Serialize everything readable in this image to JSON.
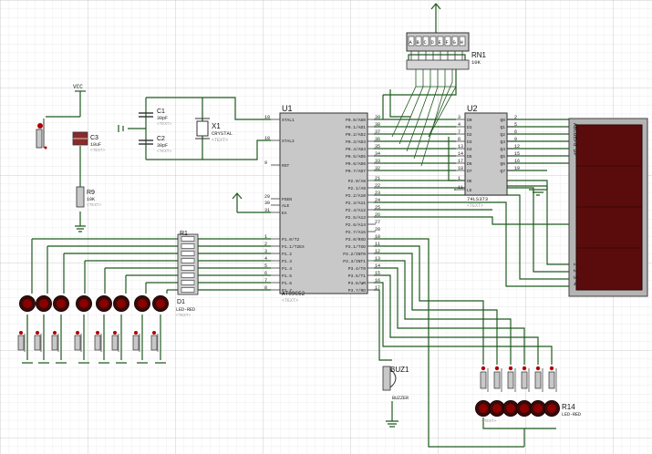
{
  "schematic": {
    "power_label": "VCC",
    "mcu": {
      "ref": "U1",
      "part": "AT89C52",
      "text": "<TEXT>",
      "left_pins": [
        {
          "num": "19",
          "name": "XTAL1"
        },
        {
          "num": "18",
          "name": "XTAL2"
        },
        {
          "num": "9",
          "name": "RST"
        },
        {
          "num": "29",
          "name": "PSEN"
        },
        {
          "num": "30",
          "name": "ALE"
        },
        {
          "num": "31",
          "name": "EA"
        },
        {
          "num": "1",
          "name": "P1.0/T2"
        },
        {
          "num": "2",
          "name": "P1.1/T2EX"
        },
        {
          "num": "3",
          "name": "P1.2"
        },
        {
          "num": "4",
          "name": "P1.3"
        },
        {
          "num": "5",
          "name": "P1.4"
        },
        {
          "num": "6",
          "name": "P1.5"
        },
        {
          "num": "7",
          "name": "P1.6"
        },
        {
          "num": "8",
          "name": "P1.7"
        }
      ],
      "right_pins": [
        {
          "num": "39",
          "name": "P0.0/AD0"
        },
        {
          "num": "38",
          "name": "P0.1/AD1"
        },
        {
          "num": "37",
          "name": "P0.2/AD2"
        },
        {
          "num": "36",
          "name": "P0.3/AD3"
        },
        {
          "num": "35",
          "name": "P0.4/AD4"
        },
        {
          "num": "34",
          "name": "P0.5/AD5"
        },
        {
          "num": "33",
          "name": "P0.6/AD6"
        },
        {
          "num": "32",
          "name": "P0.7/AD7"
        },
        {
          "num": "21",
          "name": "P2.0/A8"
        },
        {
          "num": "22",
          "name": "P2.1/A9"
        },
        {
          "num": "23",
          "name": "P2.2/A10"
        },
        {
          "num": "24",
          "name": "P2.3/A11"
        },
        {
          "num": "25",
          "name": "P2.4/A12"
        },
        {
          "num": "26",
          "name": "P2.5/A13"
        },
        {
          "num": "27",
          "name": "P2.6/A14"
        },
        {
          "num": "28",
          "name": "P2.7/A15"
        },
        {
          "num": "10",
          "name": "P3.0/RXD"
        },
        {
          "num": "11",
          "name": "P3.1/TXD"
        },
        {
          "num": "12",
          "name": "P3.2/INT0"
        },
        {
          "num": "13",
          "name": "P3.3/INT1"
        },
        {
          "num": "14",
          "name": "P3.4/T0"
        },
        {
          "num": "15",
          "name": "P3.5/T1"
        },
        {
          "num": "16",
          "name": "P3.6/WR"
        },
        {
          "num": "17",
          "name": "P3.7/RD"
        }
      ]
    },
    "latch": {
      "ref": "U2",
      "part": "74LS373",
      "text": "<TEXT>",
      "left_pins": [
        {
          "num": "3",
          "name": "D0"
        },
        {
          "num": "4",
          "name": "D1"
        },
        {
          "num": "7",
          "name": "D2"
        },
        {
          "num": "8",
          "name": "D3"
        },
        {
          "num": "13",
          "name": "D4"
        },
        {
          "num": "14",
          "name": "D5"
        },
        {
          "num": "17",
          "name": "D6"
        },
        {
          "num": "18",
          "name": "D7"
        },
        {
          "num": "1",
          "name": "OE"
        },
        {
          "num": "11",
          "name": "LE"
        }
      ],
      "right_pins": [
        {
          "num": "2",
          "name": "Q0"
        },
        {
          "num": "5",
          "name": "Q1"
        },
        {
          "num": "6",
          "name": "Q2"
        },
        {
          "num": "9",
          "name": "Q3"
        },
        {
          "num": "12",
          "name": "Q4"
        },
        {
          "num": "15",
          "name": "Q5"
        },
        {
          "num": "16",
          "name": "Q6"
        },
        {
          "num": "19",
          "name": "Q7"
        }
      ]
    },
    "rnet": {
      "ref": "RN1",
      "part": "10K",
      "pins": [
        "A",
        "B",
        "C",
        "D",
        "E",
        "F",
        "G",
        "H"
      ]
    },
    "display": {
      "label": "ABCDEFG DP",
      "common_label": "1 2 3 4"
    },
    "x1": {
      "ref": "X1",
      "part": "CRYSTAL",
      "text": "<TEXT>"
    },
    "c1": {
      "ref": "C1",
      "part": "30pF",
      "text": "<TEXT>"
    },
    "c2": {
      "ref": "C2",
      "part": "30pF",
      "text": "<TEXT>"
    },
    "c3": {
      "ref": "C3",
      "part": "10uF",
      "text": "<TEXT>"
    },
    "r9": {
      "ref": "R9",
      "part": "10K",
      "text": "<TEXT>"
    },
    "led_bank": {
      "ref": "R1",
      "part": "D1",
      "led_part": "LED-RED",
      "text": "<TEXT>"
    },
    "buzzer": {
      "ref": "BUZ1",
      "part": "BUZZER",
      "text": "<TEXT>"
    },
    "key_bank": {
      "ref": "R14",
      "part": "LED-RED",
      "text": "<TEXT>"
    }
  },
  "colors": {
    "wire": "#1f5a1f",
    "ic_fill": "#c8c8c8",
    "display_red": "#5a0c0c",
    "led_red": "#8b0000",
    "grid": "#dedede"
  }
}
